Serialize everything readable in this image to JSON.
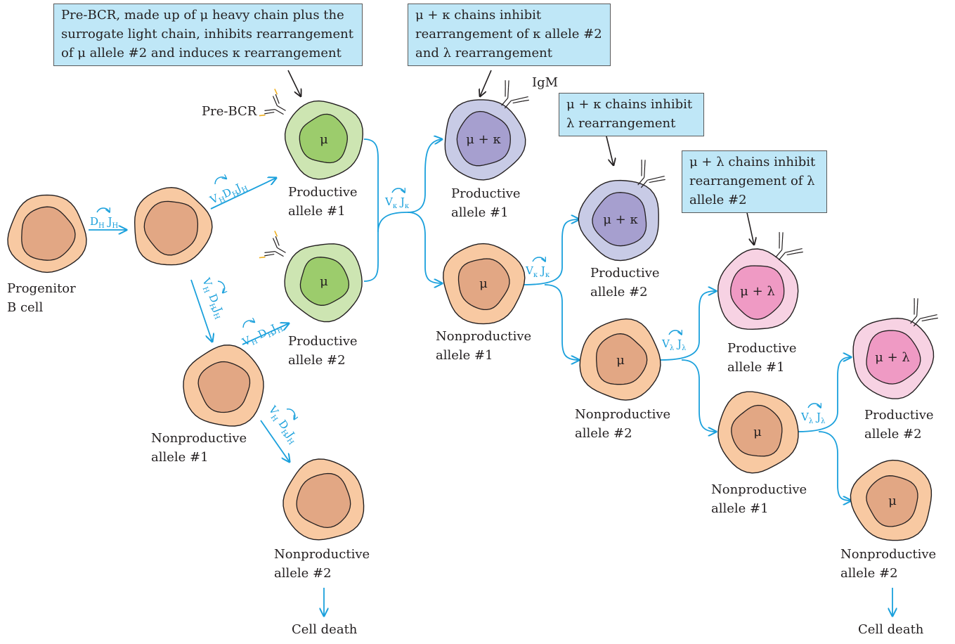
{
  "notes": {
    "prebcr": [
      "Pre-BCR, made up of μ heavy chain plus the",
      "surrogate light chain, inhibits rearrangement",
      "of μ allele #2 and induces κ rearrangement"
    ],
    "mk_allele2": [
      "μ + κ chains inhibit",
      "rearrangement of κ allele #2",
      "and λ rearrangement"
    ],
    "mk_lambda": [
      "μ + κ chains inhibit",
      "λ rearrangement"
    ],
    "ml_allele2": [
      "μ + λ chains inhibit",
      "rearrangement of λ",
      "allele #2"
    ]
  },
  "labels": {
    "progenitor": [
      "Progenitor",
      "B cell"
    ],
    "prebcr": "Pre-BCR",
    "igm": "IgM",
    "h_prod1": [
      "Productive",
      "allele #1"
    ],
    "h_prod2": [
      "Productive",
      "allele #2"
    ],
    "h_nonprod1": [
      "Nonproductive",
      "allele #1"
    ],
    "h_nonprod2": [
      "Nonproductive",
      "allele #2"
    ],
    "k_prod1": [
      "Productive",
      "allele #1"
    ],
    "k_nonprod1": [
      "Nonproductive",
      "allele #1"
    ],
    "k_prod2": [
      "Productive",
      "allele #2"
    ],
    "k_nonprod2": [
      "Nonproductive",
      "allele #2"
    ],
    "l_prod1": [
      "Productive",
      "allele #1"
    ],
    "l_nonprod1": [
      "Nonproductive",
      "allele #1"
    ],
    "l_prod2": [
      "Productive",
      "allele #2"
    ],
    "l_nonprod2": [
      "Nonproductive",
      "allele #2"
    ],
    "death1": "Cell death",
    "death2": "Cell death"
  },
  "cells": {
    "mu": "μ",
    "mu_kappa": "μ + κ",
    "mu_lambda": "μ + λ"
  },
  "genes": {
    "D": "D",
    "J": "J",
    "V": "V",
    "H": "H",
    "kappa": "κ",
    "lambda": "λ"
  },
  "colors": {
    "arrow": "#1aa0dc",
    "note_bg": "#bfe7f7",
    "orange_outer": "#f8c9a2",
    "orange_inner": "#e2a784",
    "green_outer": "#cde5b2",
    "green_inner": "#9ccc6c",
    "purple_outer": "#c8cbe6",
    "purple_inner": "#a69fcf",
    "pink_outer": "#f7d2e3",
    "pink_inner": "#ef9ac4"
  }
}
